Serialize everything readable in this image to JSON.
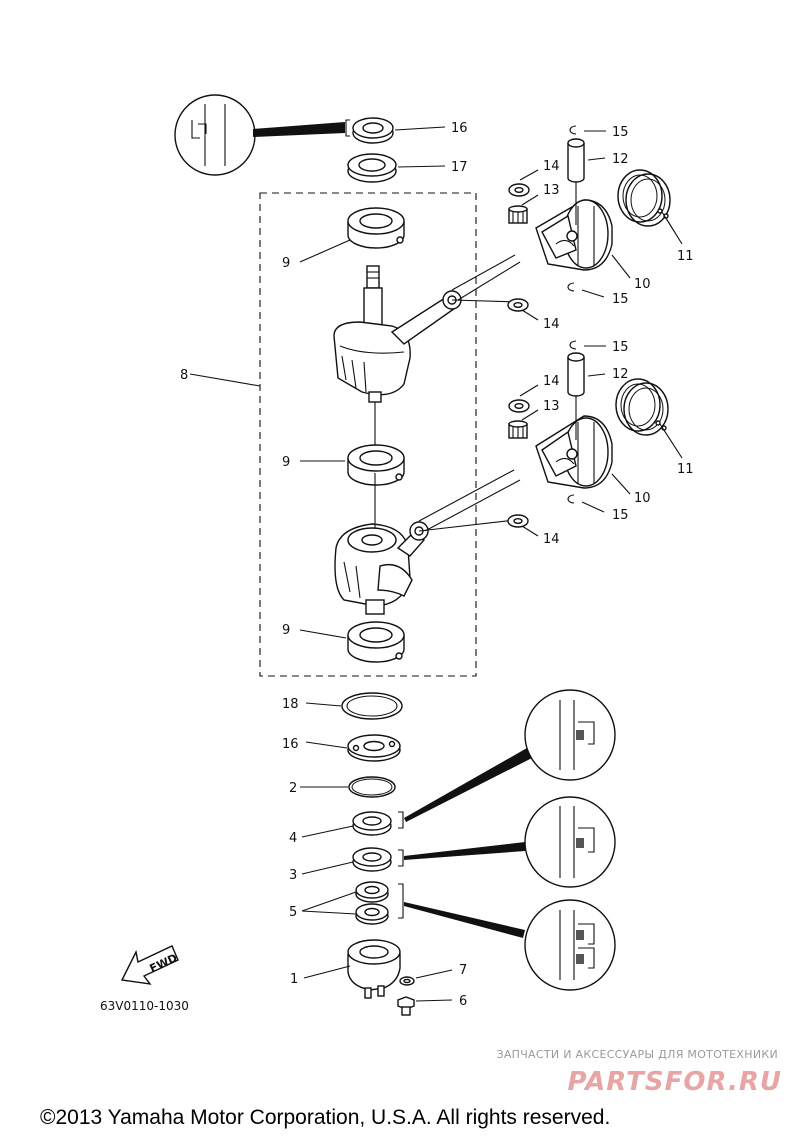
{
  "callouts": {
    "c1": "1",
    "c2": "2",
    "c3": "3",
    "c4": "4",
    "c5": "5",
    "c6": "6",
    "c7": "7",
    "c8": "8",
    "c9a": "9",
    "c9b": "9",
    "c9c": "9",
    "c10a": "10",
    "c10b": "10",
    "c11a": "11",
    "c11b": "11",
    "c12a": "12",
    "c12b": "12",
    "c13a": "13",
    "c13b": "13",
    "c14a": "14",
    "c14b": "14",
    "c14c": "14",
    "c14d": "14",
    "c15a": "15",
    "c15b": "15",
    "c15c": "15",
    "c15d": "15",
    "c16a": "16",
    "c16b": "16",
    "c17": "17",
    "c18": "18"
  },
  "fwd_label": "FWD",
  "diagram_code": "63V0110-1030",
  "watermark": {
    "tagline": "ЗАПЧАСТИ И АКСЕССУАРЫ ДЛЯ МОТОТЕХНИКИ",
    "logo": "PARTSFOR.RU"
  },
  "copyright": "©2013 Yamaha Motor Corporation, U.S.A. All rights reserved."
}
